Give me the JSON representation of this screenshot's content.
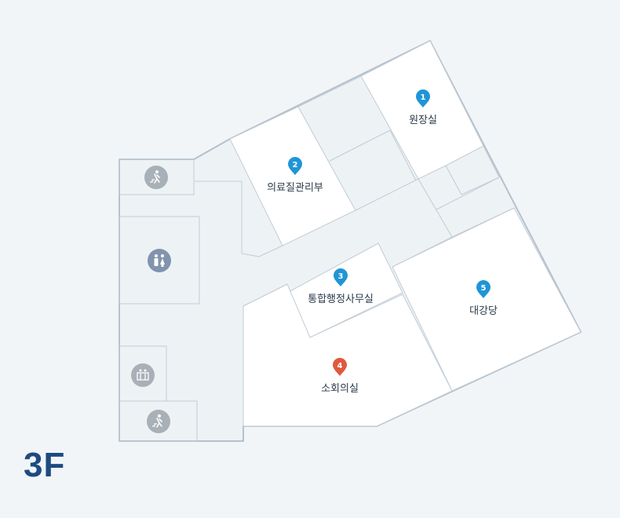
{
  "floor": {
    "label": "3F"
  },
  "rooms": [
    {
      "number": "1",
      "name": "원장실",
      "pin_color": "#1f95d6"
    },
    {
      "number": "2",
      "name": "의료질관리부",
      "pin_color": "#1f95d6"
    },
    {
      "number": "3",
      "name": "통합행정사무실",
      "pin_color": "#1f95d6"
    },
    {
      "number": "4",
      "name": "소회의실",
      "pin_color": "#e0583f"
    },
    {
      "number": "5",
      "name": "대강당",
      "pin_color": "#1f95d6"
    }
  ],
  "facilities": [
    {
      "type": "stairs",
      "icon": "stairs-icon"
    },
    {
      "type": "restroom",
      "icon": "restroom-icon"
    },
    {
      "type": "elevator",
      "icon": "elevator-icon"
    },
    {
      "type": "stairs",
      "icon": "stairs-icon"
    }
  ],
  "colors": {
    "background": "#f1f5f8",
    "corridor": "#edf2f5",
    "room": "#ffffff",
    "wall": "#b6c1cc",
    "facility_icon_bg": "#a8b0b8",
    "restroom_icon_bg": "#8294ad",
    "floor_label": "#1d4a80"
  }
}
